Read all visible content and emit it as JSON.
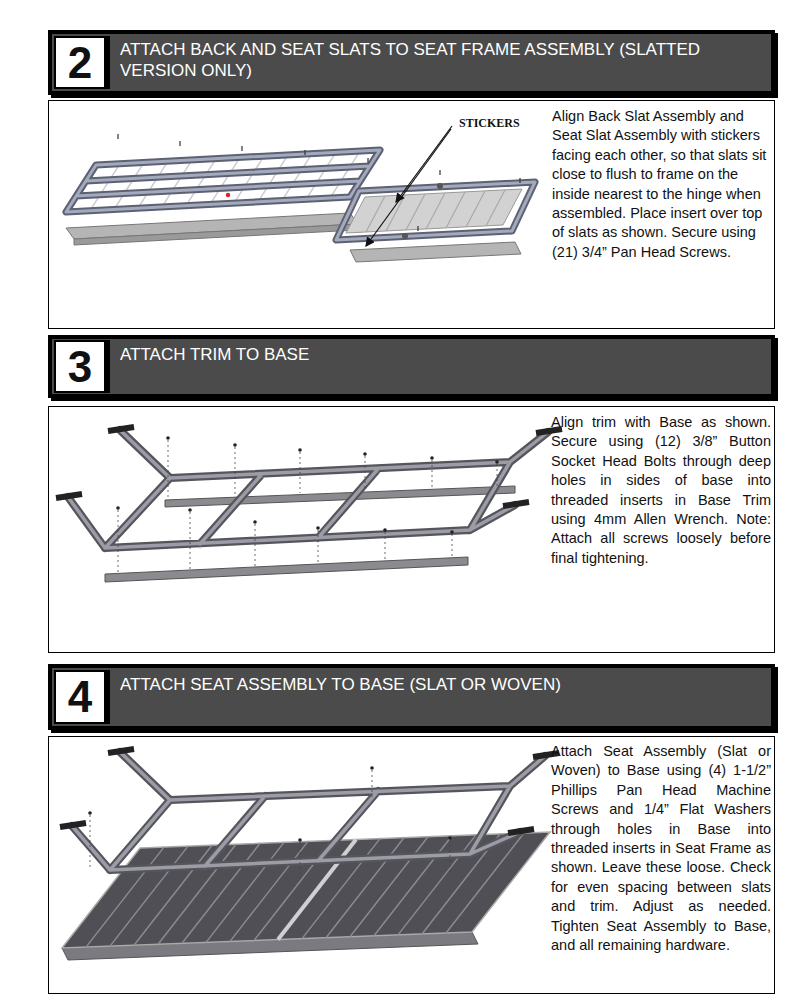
{
  "diagram": {
    "nodes": [
      {
        "text": [
          "ATTACH BACK AND SEAT SLATS TO SEAT FRAME ASSEMBLY (SLATTED VERSION ONLY)"
        ]
      },
      {
        "text": [
          "2"
        ],
        "in": 0
      },
      {
        "text": [
          "Align Back Slat Assembly and Seat Slat Assembly with stickers facing each other, so that slats sit close to flush to frame on the inside nearest to the hinge when assembled. Place insert over top of slats as shown. Secure using (21) 3/4” Pan Head Screws."
        ]
      },
      {
        "text": [
          "ATTACH TRIM TO BASE"
        ]
      },
      {
        "text": [
          "3"
        ],
        "in": 3
      },
      {
        "text": [
          "Align trim with Base as shown. Secure using (12) 3/8” Button Socket Head Bolts through deep holes in sides of base into threaded inserts in Base Trim using 4mm Allen Wrench. Note: Attach all screws loosely before final tightening."
        ]
      },
      {
        "text": [
          "ATTACH SEAT ASSEMBLY TO BASE (SLAT OR WOVEN)"
        ]
      },
      {
        "text": [
          "4"
        ],
        "in": 6
      },
      {
        "text": [
          "Attach Seat Assembly (Slat or Woven) to Base using (4) 1-1/2” Phillips Pan Head Machine Screws and 1/4” Flat Washers through holes in Base into threaded inserts in Seat Frame as shown. Leave these loose. Check for even spacing between slats and trim. Adjust as needed. Tighten Seat Assembly to Base, and all remaining hardware."
        ]
      }
    ],
    "labels": [
      "STICKERS"
    ]
  }
}
